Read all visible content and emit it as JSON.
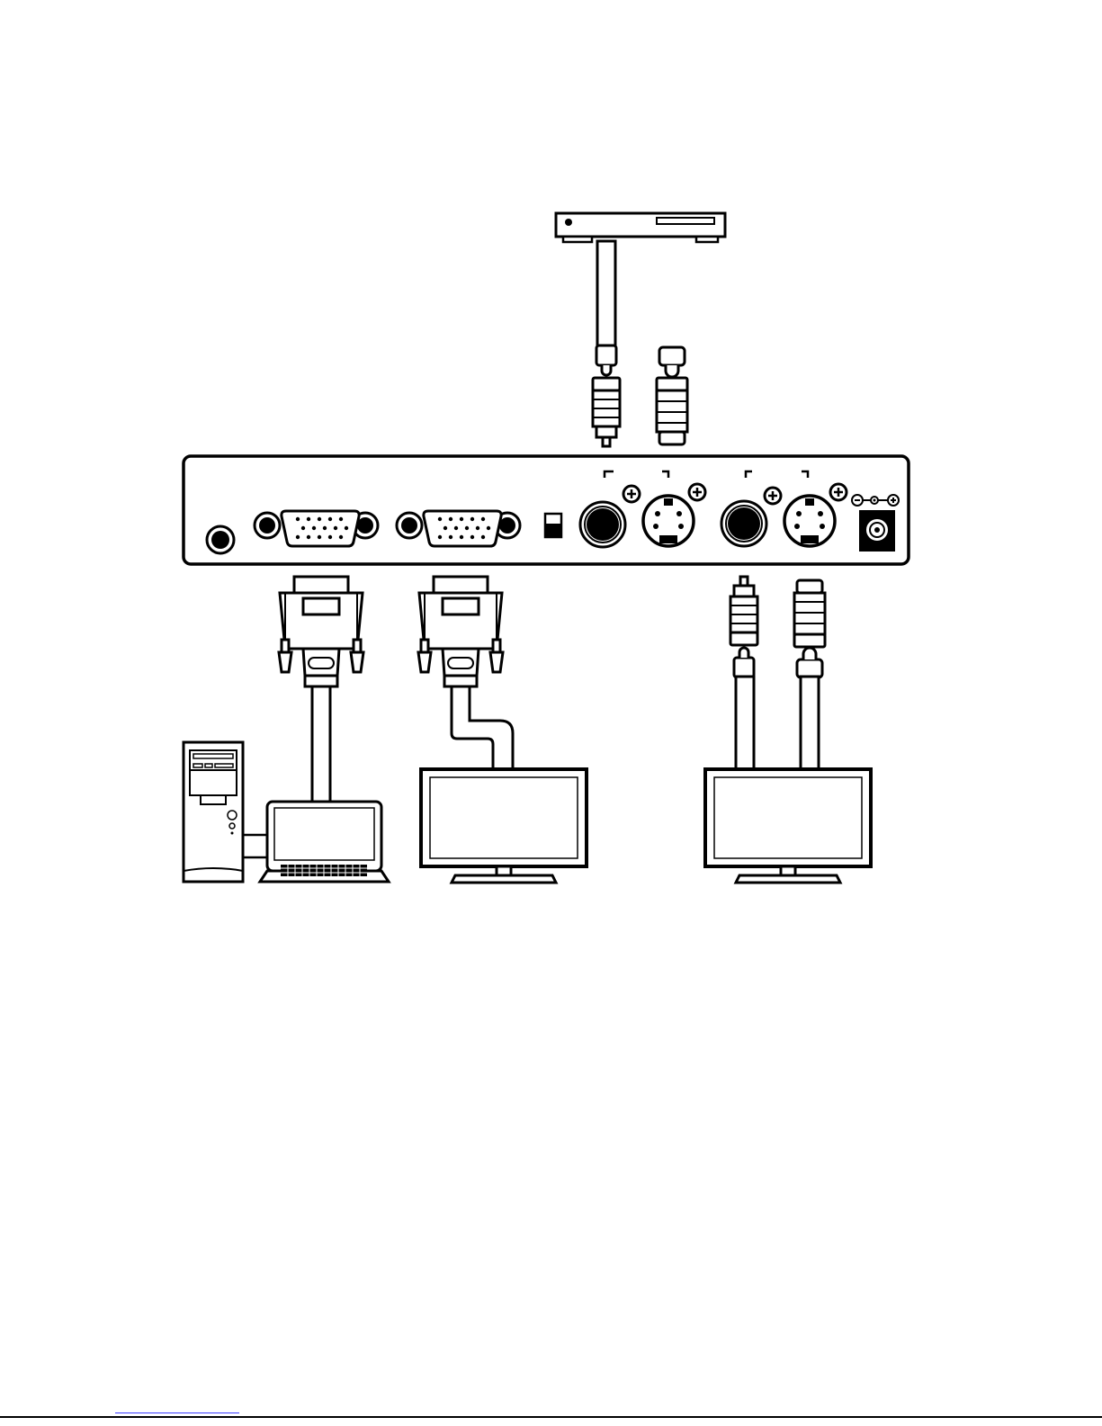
{
  "diagram": {
    "type": "connection-diagram",
    "colors": {
      "stroke": "#000000",
      "fill": "#ffffff"
    },
    "components": [
      {
        "name": "dvd-player-icon",
        "kind": "video source device"
      },
      {
        "name": "converter-unit",
        "kind": "rear panel"
      },
      {
        "name": "desktop-pc-icon",
        "kind": "computer tower"
      },
      {
        "name": "laptop-icon",
        "kind": "computer"
      },
      {
        "name": "vga-monitor-icon",
        "kind": "display"
      },
      {
        "name": "tv-monitor-icon",
        "kind": "display"
      }
    ],
    "panel_ports": [
      "audio-jack",
      "vga-input",
      "vga-output",
      "slide-switch",
      "composite-in",
      "svideo-in",
      "composite-out",
      "svideo-out",
      "dc-power-jack"
    ],
    "connections": [
      {
        "from": "dvd-player-icon",
        "to": "composite-in",
        "cable": "rca"
      },
      {
        "from": "laptop-icon",
        "to": "vga-input",
        "cable": "vga"
      },
      {
        "from": "vga-output",
        "to": "vga-monitor-icon",
        "cable": "vga"
      },
      {
        "from": "composite-out",
        "to": "tv-monitor-icon",
        "cable": "rca"
      },
      {
        "from": "svideo-out",
        "to": "tv-monitor-icon",
        "cable": "s-video"
      }
    ]
  }
}
